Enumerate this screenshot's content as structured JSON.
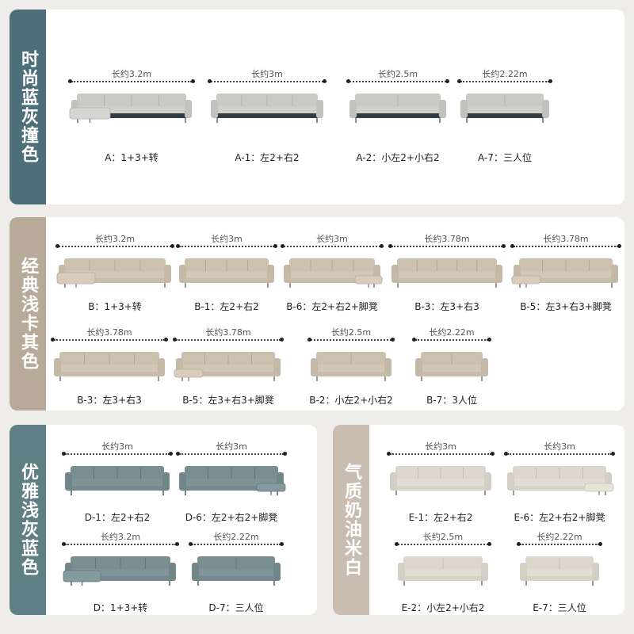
{
  "colors": {
    "background": "#efedea",
    "tab_slate": "#4c6f7a",
    "tab_beige": "#b7aa98",
    "tab_teal": "#5f7f84",
    "tab_cream": "#c9bdb1",
    "sofa_light_gray": "#cfd0cb",
    "sofa_navy": "#3a4750",
    "sofa_khaki": "#d2c7b5",
    "sofa_blue_gray": "#7e9499",
    "sofa_cream": "#e2ddd2",
    "sofa_cushion_cream": "#d8ccc2"
  },
  "sections": [
    {
      "title": "时尚蓝灰撞色",
      "items": [
        {
          "length": "长约3.2m",
          "caption": "A：1+3+转",
          "style": "chaise-left"
        },
        {
          "length": "长约3m",
          "caption": "A-1：左2+右2",
          "style": "straight4"
        },
        {
          "length": "长约2.5m",
          "caption": "A-2：小左2+小右2",
          "style": "straight3"
        },
        {
          "length": "长约2.22m",
          "caption": "A-7：三人位",
          "style": "straight2"
        }
      ]
    },
    {
      "title": "经典浅卡其色",
      "items": [
        {
          "length": "长约3.2m",
          "caption": "B：1+3+转",
          "style": "chaise-left"
        },
        {
          "length": "长约3m",
          "caption": "B-1：左2+右2",
          "style": "straight4"
        },
        {
          "length": "长约3m",
          "caption": "B-6：左2+右2+脚凳",
          "style": "ottoman-right"
        },
        {
          "length": "长约3.78m",
          "caption": "B-3：左3+右3",
          "style": "straight5"
        },
        {
          "length": "长约3.78m",
          "caption": "B-5：左3+右3+脚凳",
          "style": "ottoman-left"
        },
        {
          "length": "长约3.78m",
          "caption": "B-3：左3+右3",
          "style": "straight4"
        },
        {
          "length": "长约3.78m",
          "caption": "B-5：左3+右3+脚凳",
          "style": "ottoman-left"
        },
        {
          "length": "长约2.5m",
          "caption": "B-2：小左2+小右2",
          "style": "straight3"
        },
        {
          "length": "长约2.22m",
          "caption": "B-7：3人位",
          "style": "straight2"
        }
      ]
    },
    {
      "title": "优雅浅灰蓝色",
      "items": [
        {
          "length": "长约3m",
          "caption": "D-1：左2+右2",
          "style": "straight4"
        },
        {
          "length": "长约3m",
          "caption": "D-6：左2+右2+脚凳",
          "style": "ottoman-right"
        },
        {
          "length": "长约3.2m",
          "caption": "D：1+3+转",
          "style": "chaise-left"
        },
        {
          "length": "长约2.22m",
          "caption": "D-7：三人位",
          "style": "straight2"
        }
      ]
    },
    {
      "title": "气质奶油米白",
      "items": [
        {
          "length": "长约3m",
          "caption": "E-1：左2+右2",
          "style": "straight4"
        },
        {
          "length": "长约3m",
          "caption": "E-6：左2+右2+脚凳",
          "style": "ottoman-right"
        },
        {
          "length": "长约2.5m",
          "caption": "E-2：小左2+小右2",
          "style": "straight3"
        },
        {
          "length": "长约2.22m",
          "caption": "E-7：三人位",
          "style": "straight2"
        }
      ]
    }
  ]
}
